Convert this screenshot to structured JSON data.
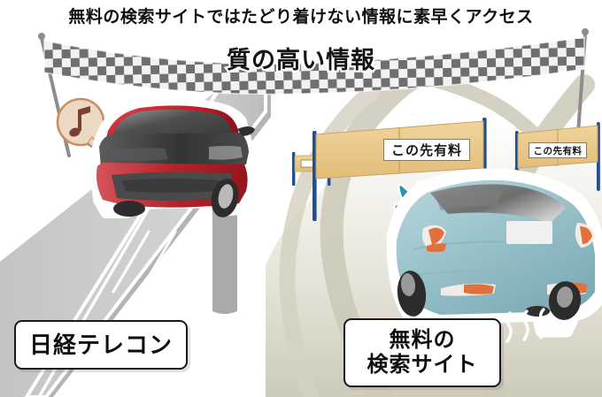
{
  "headline": {
    "text": "無料の検索サイトではたどり着けない情報に素早くアクセス"
  },
  "banner": {
    "text": "質の高い情報",
    "icon": "checkered-flag-banner",
    "check_dark": "#6f6f6f",
    "check_light": "#f2f2f2",
    "pole_color": "#8d8d8d"
  },
  "left_scene": {
    "label": "日経テレコン",
    "road": {
      "name": "elevated-expressway",
      "color": "#c9c9c9",
      "edge_color": "#ffffff",
      "lane_marks": 3
    },
    "car": {
      "name": "red-car-front",
      "body_color": "#c8252f",
      "glass_color": "#6d6d6d",
      "bumper_color": "#4a4a4a"
    },
    "speech_bubble": {
      "name": "music-note-bubble",
      "glyph": "♪",
      "fill": "#ecd9c3",
      "stroke": "#c98f62",
      "note_color": "#7a4038"
    },
    "pillar_color": "#a8a8a8"
  },
  "right_scene": {
    "label_line1": "無料の",
    "label_line2": "検索サイト",
    "road": {
      "name": "winding-toll-road",
      "color": "#d7d3c4",
      "ground_color": "#c9c5b4"
    },
    "car": {
      "name": "blue-car-rear",
      "body_color": "#9dc5cd",
      "glass_color": "#8d8d8d",
      "taillight_color": "#e0703c"
    },
    "sweat_marks": {
      "name": "sweat-drop-marks",
      "color": "#2f93b0",
      "count": 3
    },
    "exhaust": {
      "name": "exhaust-smoke-lines",
      "color": "#ffffff",
      "count": 3
    },
    "gates": [
      {
        "name": "toll-gate-large",
        "text": "この先有料",
        "panel_color": "#ecc889",
        "post_color": "#1f4f8f"
      },
      {
        "name": "toll-gate-medium",
        "text": "この先有料",
        "panel_color": "#ecc889",
        "post_color": "#1f4f8f"
      },
      {
        "name": "toll-gate-small",
        "text": "",
        "panel_color": "#ecc889",
        "post_color": "#1f4f8f"
      }
    ]
  },
  "colors": {
    "background": "#ffffff",
    "text": "#111111",
    "plate_border": "#1a1a1a"
  }
}
